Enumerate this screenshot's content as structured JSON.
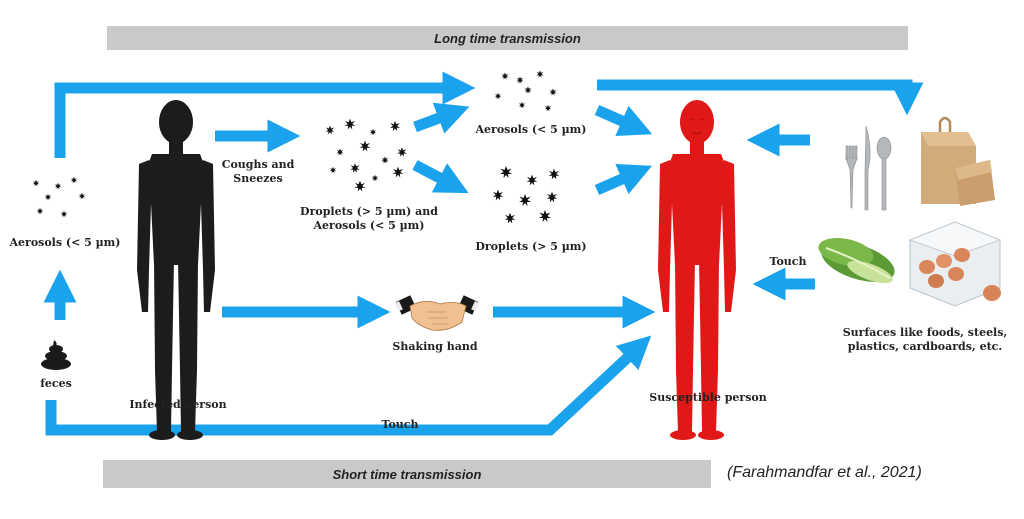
{
  "banners": {
    "long": "Long time transmission",
    "short": "Short time transmission"
  },
  "labels": {
    "aerosols_left": "Aerosols (< 5 µm)",
    "feces": "feces",
    "infected_person": "Infected person",
    "coughs_line1": "Coughs and",
    "coughs_line2": "Sneezes",
    "droplets_mixed_line1": "Droplets (> 5 µm) and",
    "droplets_mixed_line2": "Aerosols (< 5 µm)",
    "aerosols_top": "Aerosols (< 5 µm)",
    "droplets_right": "Droplets (> 5 µm)",
    "shaking_hand": "Shaking hand",
    "touch_bottom": "Touch",
    "susceptible_person": "Susceptible person",
    "touch_right": "Touch",
    "surfaces_line1": "Surfaces like foods, steels,",
    "surfaces_line2": "plastics, cardboards, etc."
  },
  "citation": "(Farahmandfar et al., 2021)",
  "colors": {
    "arrow": "#1aa3ec",
    "infected": "#1c1c1c",
    "susceptible": "#e01818",
    "banner": "#c9c9c9"
  },
  "icons": [
    "virus-particle-icon",
    "feces-icon",
    "handshake-icon",
    "cutlery-icon",
    "paper-bag-icon",
    "lettuce-icon",
    "egg-carton-icon"
  ]
}
